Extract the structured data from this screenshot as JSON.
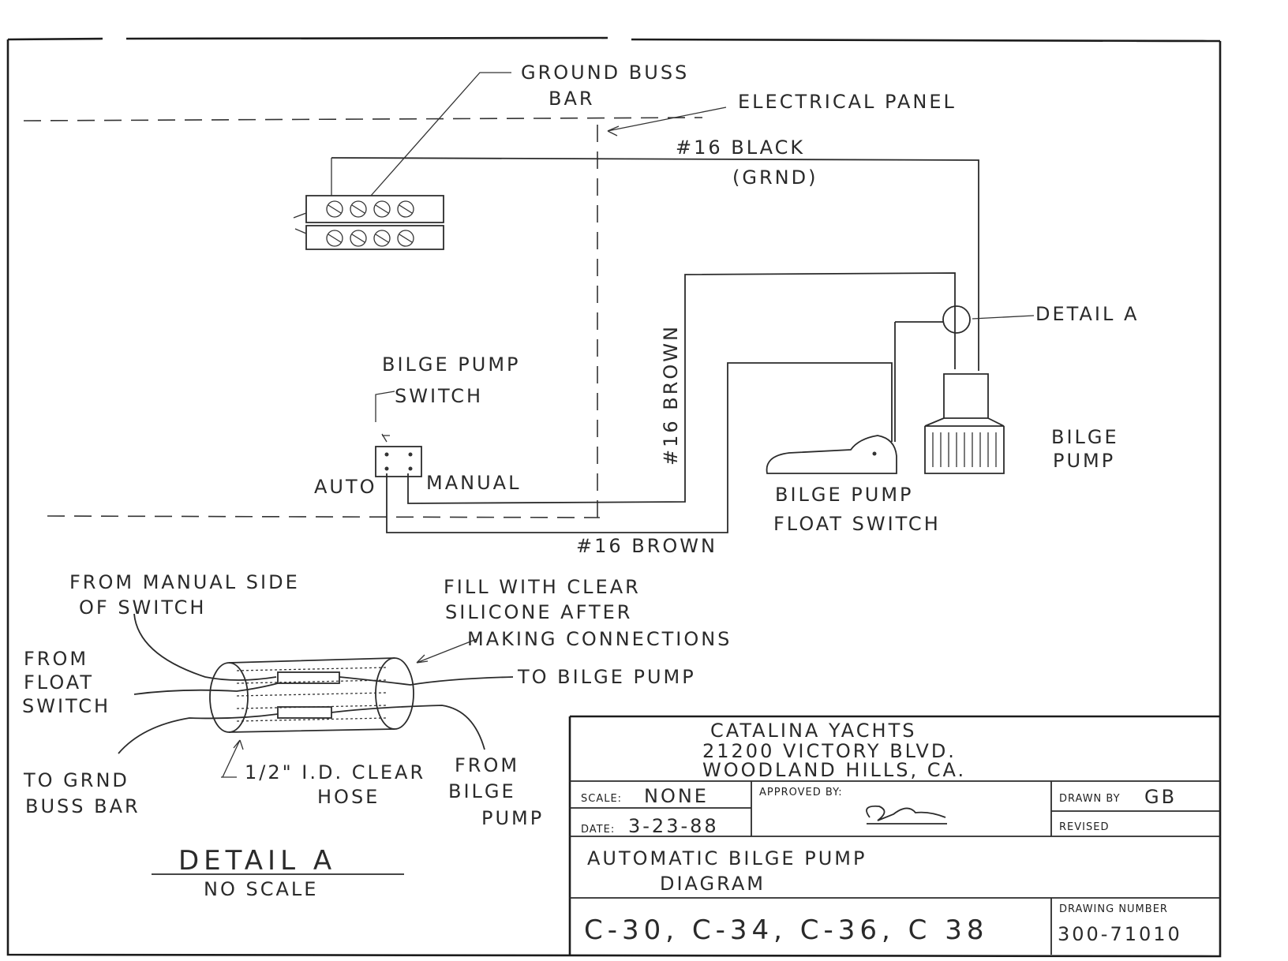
{
  "labels": {
    "ground_buss": "GROUND BUSS",
    "ground_bar": "BAR",
    "electrical_panel": "ELECTRICAL PANEL",
    "black_wire": "#16 BLACK",
    "grnd": "(GRND)",
    "detail_a_callout": "DETAIL A",
    "bilge_pump_switch_1": "BILGE PUMP",
    "bilge_pump_switch_2": "SWITCH",
    "brown_vertical": "#16 BROWN",
    "auto": "AUTO",
    "manual": "MANUAL",
    "float_switch_1": "BILGE PUMP",
    "float_switch_2": "FLOAT SWITCH",
    "bilge_pump_1": "BILGE",
    "bilge_pump_2": "PUMP",
    "brown_bottom": "#16 BROWN"
  },
  "detail": {
    "from_manual_1": "FROM MANUAL SIDE",
    "from_manual_2": "OF SWITCH",
    "fill_1": "FILL WITH CLEAR",
    "fill_2": "SILICONE AFTER",
    "fill_3": "MAKING CONNECTIONS",
    "from_float_1": "FROM",
    "from_float_2": "FLOAT",
    "from_float_3": "SWITCH",
    "to_bilge_pump": "TO BILGE PUMP",
    "to_grnd_1": "TO GRND",
    "to_grnd_2": "BUSS BAR",
    "hose_1": "1/2\" I.D. CLEAR",
    "hose_2": "HOSE",
    "from_bilge_1": "FROM",
    "from_bilge_2": "BILGE",
    "from_bilge_3": "PUMP",
    "title": "DETAIL A",
    "scale": "NO SCALE"
  },
  "title_block": {
    "company": "CATALINA YACHTS",
    "address": "21200 VICTORY BLVD.",
    "city": "WOODLAND HILLS, CA.",
    "scale_label": "SCALE:",
    "scale_value": "NONE",
    "approved_label": "APPROVED BY:",
    "drawn_label": "DRAWN BY",
    "drawn_value": "GB",
    "date_label": "DATE:",
    "date_value": "3-23-88",
    "revised_label": "REVISED",
    "title_1": "AUTOMATIC BILGE PUMP",
    "title_2": "DIAGRAM",
    "models": "C-30, C-34, C-36, C 38",
    "drawing_number_label": "DRAWING NUMBER",
    "drawing_number": "300-71010"
  },
  "colors": {
    "ink": "#2a2a2a",
    "paper": "#ffffff"
  }
}
